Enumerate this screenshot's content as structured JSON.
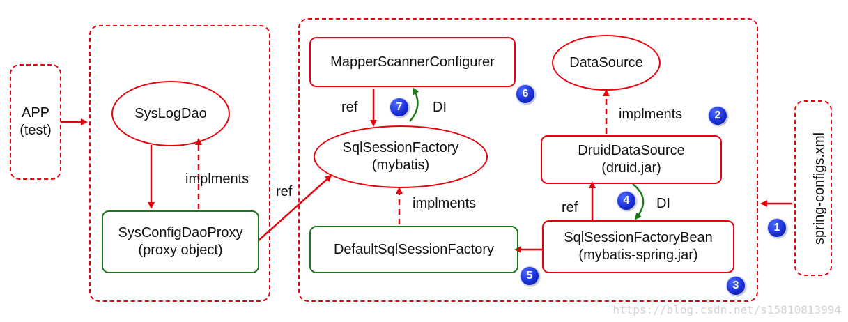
{
  "nodes": {
    "app": {
      "line1": "APP",
      "line2": "(test)"
    },
    "sys_log_dao": "SysLogDao",
    "sys_config_dao_proxy": {
      "line1": "SysConfigDaoProxy",
      "line2": "(proxy object)"
    },
    "mapper_scanner_configurer": "MapperScannerConfigurer",
    "sql_session_factory": {
      "line1": "SqlSessionFactory",
      "line2": "(mybatis)"
    },
    "default_sql_session_factory": "DefaultSqlSessionFactory",
    "data_source": "DataSource",
    "druid_data_source": {
      "line1": "DruidDataSource",
      "line2": "(druid.jar)"
    },
    "sql_session_factory_bean": {
      "line1": "SqlSessionFactoryBean",
      "line2": "(mybatis-spring.jar)"
    },
    "spring_configs": "spring-configs.xml"
  },
  "labels": {
    "implments_proxy": "implments",
    "ref_proxy": "ref",
    "ref_mapper": "ref",
    "di_mapper": "DI",
    "implments_default": "implments",
    "implments_druid": "implments",
    "ref_bean": "ref",
    "di_bean": "DI"
  },
  "badges": [
    "1",
    "2",
    "3",
    "4",
    "5",
    "6",
    "7"
  ],
  "watermark": "https://blog.csdn.net/s15810813994",
  "colors": {
    "red": "#e8000b",
    "green": "#1a7a1a",
    "badge_blue": "#1a2fd6"
  }
}
